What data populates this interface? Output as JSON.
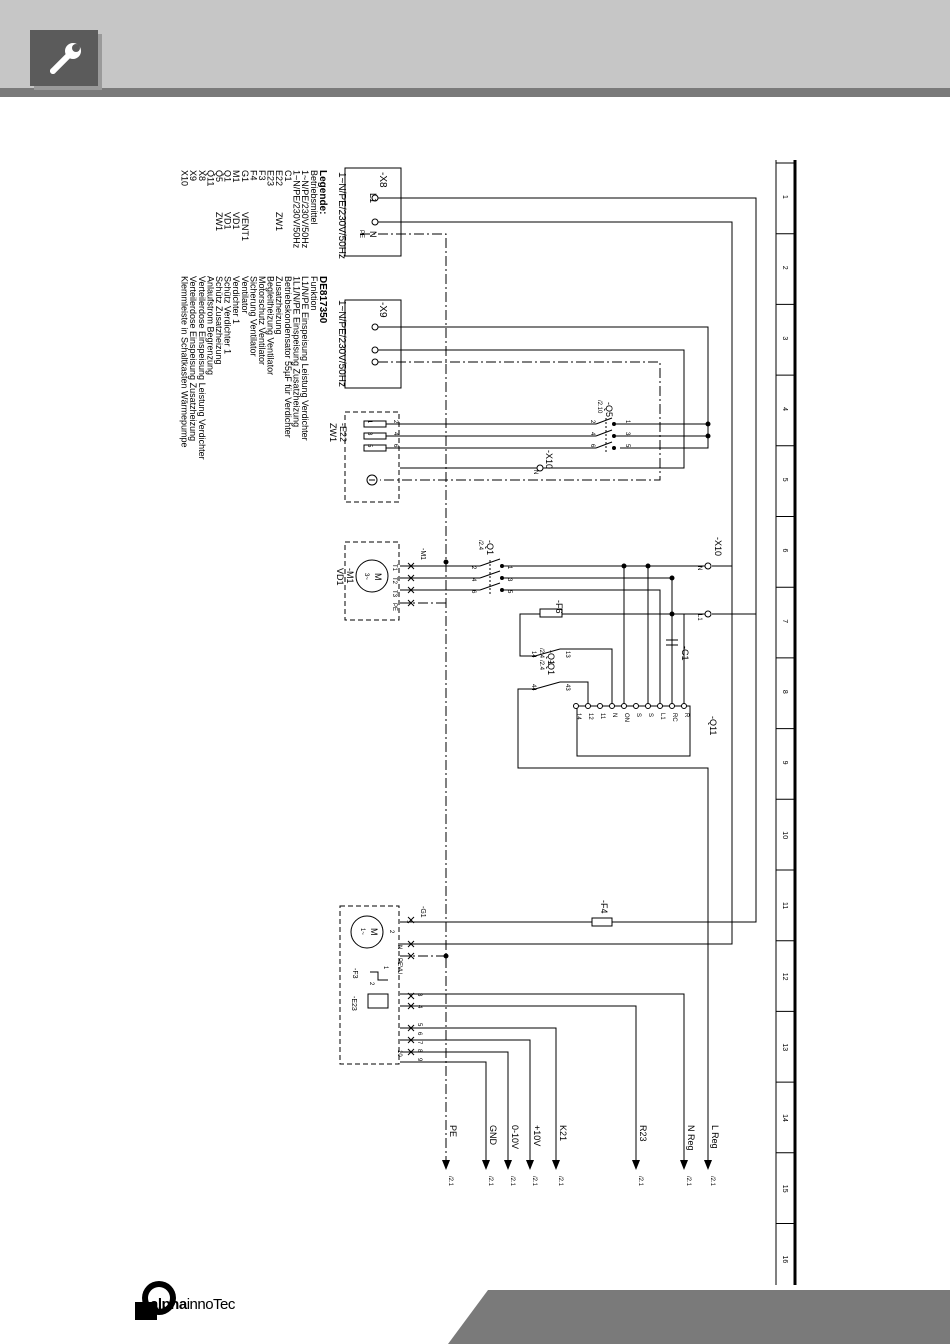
{
  "header": {
    "icon": "wrench-icon"
  },
  "column_numbers": [
    "1",
    "2",
    "3",
    "4",
    "5",
    "6",
    "7",
    "8",
    "9",
    "10",
    "11",
    "12",
    "13",
    "14",
    "15",
    "16"
  ],
  "supplies": {
    "x8": {
      "name": "-X8",
      "terminals": [
        "L1",
        "N"
      ],
      "label": "1~N/PE/230V/50Hz",
      "pe": "PE"
    },
    "x9": {
      "name": "-X9",
      "label": "1~N/PE/230V/50Hz"
    }
  },
  "components": {
    "q5": {
      "name": "-Q5",
      "ref": "/2.10",
      "pins_top": [
        "1",
        "3",
        "5"
      ],
      "pins_bottom": [
        "2",
        "4",
        "6"
      ]
    },
    "e22": {
      "name": "-E22",
      "sub": "ZW1",
      "pins_left": [
        "1",
        "3",
        "5"
      ],
      "pins_right": [
        "2",
        "4",
        "6"
      ]
    },
    "x10a": {
      "name": "-X10",
      "pin": "N"
    },
    "x10b": {
      "name": "-X10",
      "pins": [
        "N",
        "L1"
      ]
    },
    "q1_main": {
      "name": "-Q1",
      "ref": "/2.4",
      "pins_top": [
        "1",
        "3",
        "5"
      ],
      "pins_bottom": [
        "2",
        "4",
        "6"
      ]
    },
    "m1": {
      "name": "-M1",
      "sub": "VD1",
      "terminals": [
        "T1",
        "T2",
        "T3",
        "PE"
      ],
      "motor": "M",
      "phase": "3~"
    },
    "f6": {
      "name": "-F6"
    },
    "q1_aux1": {
      "name": "-Q1",
      "ref": "/2.4",
      "pins": [
        "13",
        "14"
      ]
    },
    "q1_aux2": {
      "name": "-Q1",
      "ref": "/2.4",
      "pins": [
        "43",
        "44"
      ]
    },
    "c1": {
      "name": "-C1"
    },
    "q11": {
      "name": "-Q11",
      "terminals": [
        "R",
        "RC",
        "L1",
        "S",
        "S",
        "ON",
        "N",
        "11",
        "12",
        "14"
      ]
    },
    "f4": {
      "name": "-F4"
    },
    "g1": {
      "name": "-G1",
      "terminals": [
        "1",
        "2",
        "N",
        "PE"
      ],
      "motor": "M",
      "phase": "1~"
    },
    "f3": {
      "name": "-F3",
      "pins": [
        "1",
        "2"
      ],
      "contact": "EVU"
    },
    "e23": {
      "name": "-E23",
      "pins": [
        "3",
        "4"
      ]
    },
    "bottom_terminals": {
      "labels": [
        "5",
        "6",
        "7",
        "8",
        "9",
        "10"
      ]
    }
  },
  "outputs": [
    {
      "label": "L Reg",
      "ref": "/2.1"
    },
    {
      "label": "N Reg",
      "ref": "/2.1"
    },
    {
      "label": "R23",
      "ref": "/2.1"
    },
    {
      "label": "K21",
      "ref": "/2.1"
    },
    {
      "label": "+10V",
      "ref": "/2.1"
    },
    {
      "label": "0-10V",
      "ref": "/2.1"
    },
    {
      "label": "GND",
      "ref": "/2.1"
    },
    {
      "label": "PE",
      "ref": "/2.1"
    }
  ],
  "legend": {
    "title": "Legende:",
    "doc": "DE817350",
    "head_left": "Betriebsmittel",
    "head_right": "Funktion",
    "rows": [
      {
        "code": "1~N/PE/230V/50Hz",
        "sub": "",
        "desc": "L1/N/PE Einspeisung Leistung Verdichter"
      },
      {
        "code": "1~N/PE/230V/50Hz",
        "sub": "",
        "desc": "1L1/N/PE Einspeisung Zusatzheizung"
      },
      {
        "code": "C1",
        "sub": "",
        "desc": "Betriebskondensator 55µF für Verdichter"
      },
      {
        "code": "E22",
        "sub": "ZW1",
        "desc": "Zusatzheizung"
      },
      {
        "code": "E23",
        "sub": "",
        "desc": "Begleitheizung Ventilator"
      },
      {
        "code": "F3",
        "sub": "",
        "desc": "Motorschutz Ventilator"
      },
      {
        "code": "F4",
        "sub": "",
        "desc": "Sicherung Ventilator"
      },
      {
        "code": "G1",
        "sub": "VENT1",
        "desc": "Ventilator"
      },
      {
        "code": "M1",
        "sub": "VD1",
        "desc": "Verdichter 1"
      },
      {
        "code": "Q1",
        "sub": "VD1",
        "desc": "Schütz Verdichter 1"
      },
      {
        "code": "Q5",
        "sub": "ZW1",
        "desc": "Schütz Zusatzheizung"
      },
      {
        "code": "Q11",
        "sub": "",
        "desc": "Anlaufstrom Begrenzung"
      },
      {
        "code": "X8",
        "sub": "",
        "desc": "Verteilerdose Einspeisung Leistung Verdichter"
      },
      {
        "code": "X9",
        "sub": "",
        "desc": "Verteilerdose Einspeisung Zusatzheizung"
      },
      {
        "code": "X10",
        "sub": "",
        "desc": "Klemmleiste in Schaltkasten Wärmepumpe"
      }
    ]
  },
  "footer": {
    "logo_primary": "alpha",
    "logo_secondary": "innoTec"
  }
}
